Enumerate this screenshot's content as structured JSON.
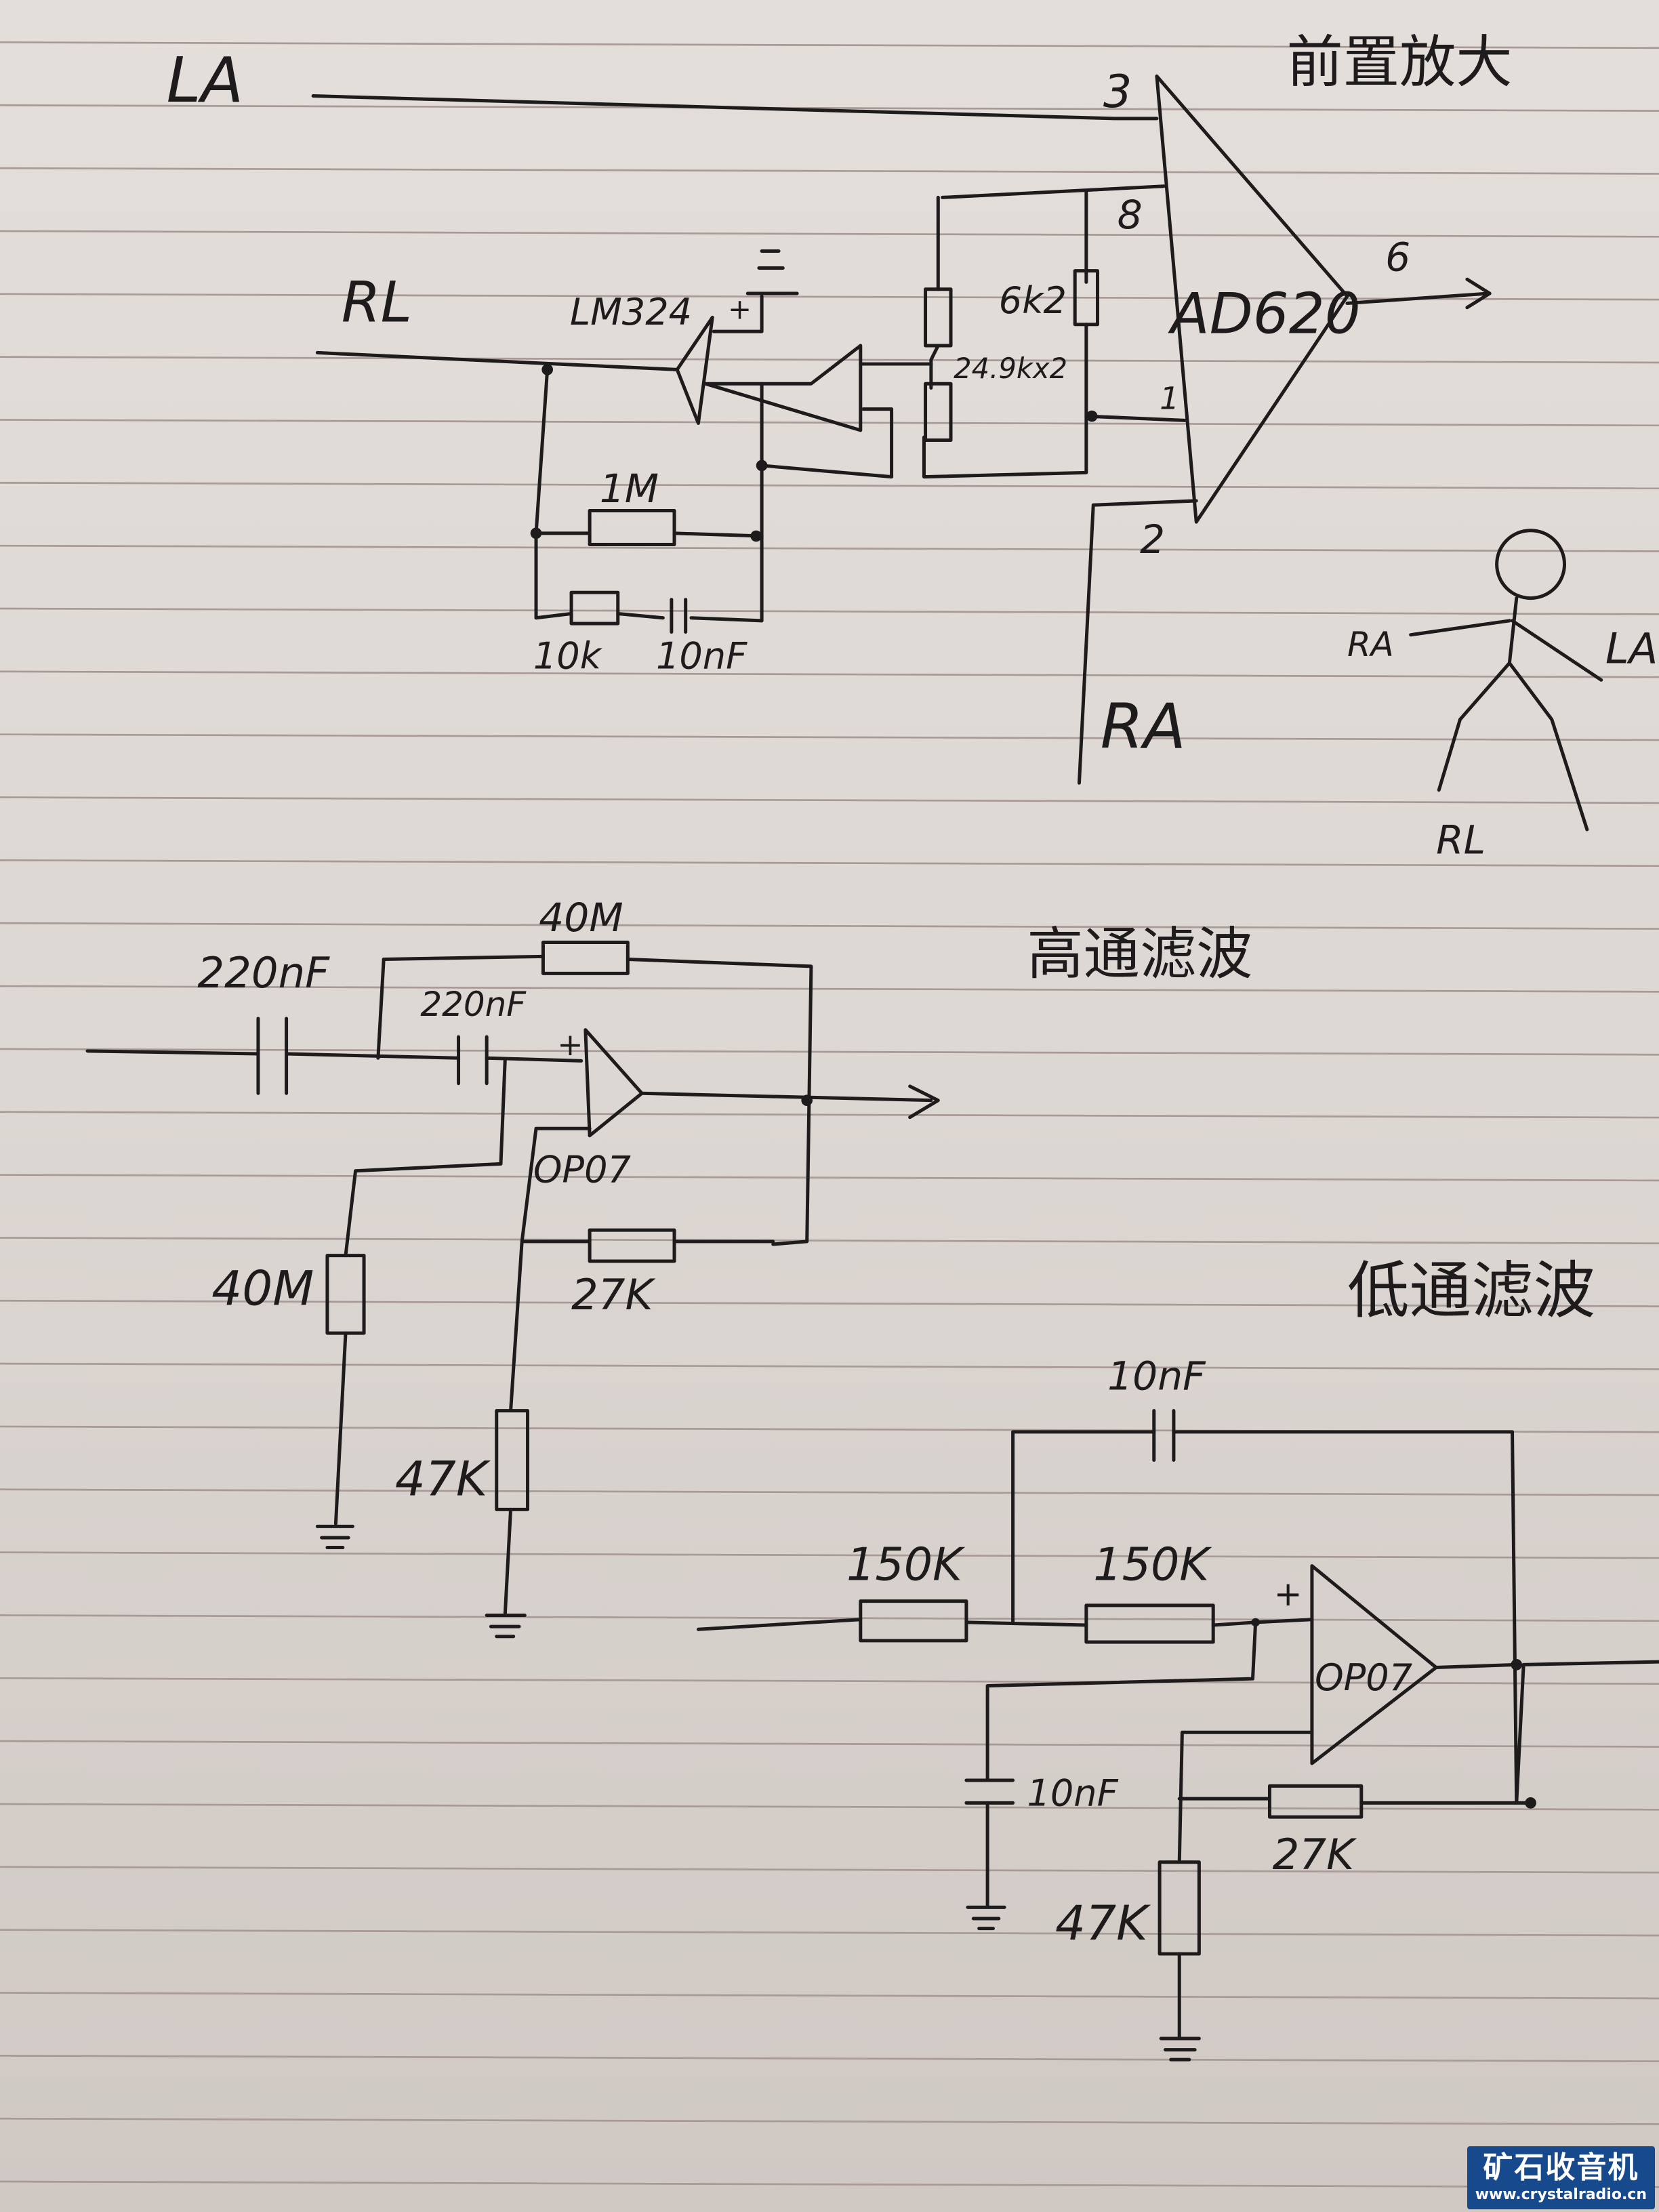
{
  "preamp": {
    "title": "前置放大",
    "la": "LA",
    "rl": "RL",
    "ra": "RA",
    "chip": "AD620",
    "pin3": "3",
    "pin8": "8",
    "pin6": "6",
    "pin1": "1",
    "pin2": "2",
    "driver": "LM324",
    "rg": "6k2",
    "rdiv": "24.9kx2",
    "r1m": "1M",
    "r10k": "10k",
    "c10nf": "10nF",
    "figure_ra": "RA",
    "figure_la": "LA",
    "figure_rl": "RL"
  },
  "highpass": {
    "title": "高通滤波",
    "c1": "220nF",
    "c2": "220nF",
    "r_fb": "40M",
    "r_gnd": "40M",
    "opamp": "OP07",
    "r27k": "27K",
    "r47k": "47K"
  },
  "lowpass": {
    "title": "低通滤波",
    "c_fb": "10nF",
    "r1": "150K",
    "r2": "150K",
    "opamp": "OP07",
    "c_gnd": "10nF",
    "r27k": "27K",
    "r47k": "47K"
  },
  "watermark": {
    "name": "矿石收音机",
    "url": "www.crystalradio.cn"
  }
}
